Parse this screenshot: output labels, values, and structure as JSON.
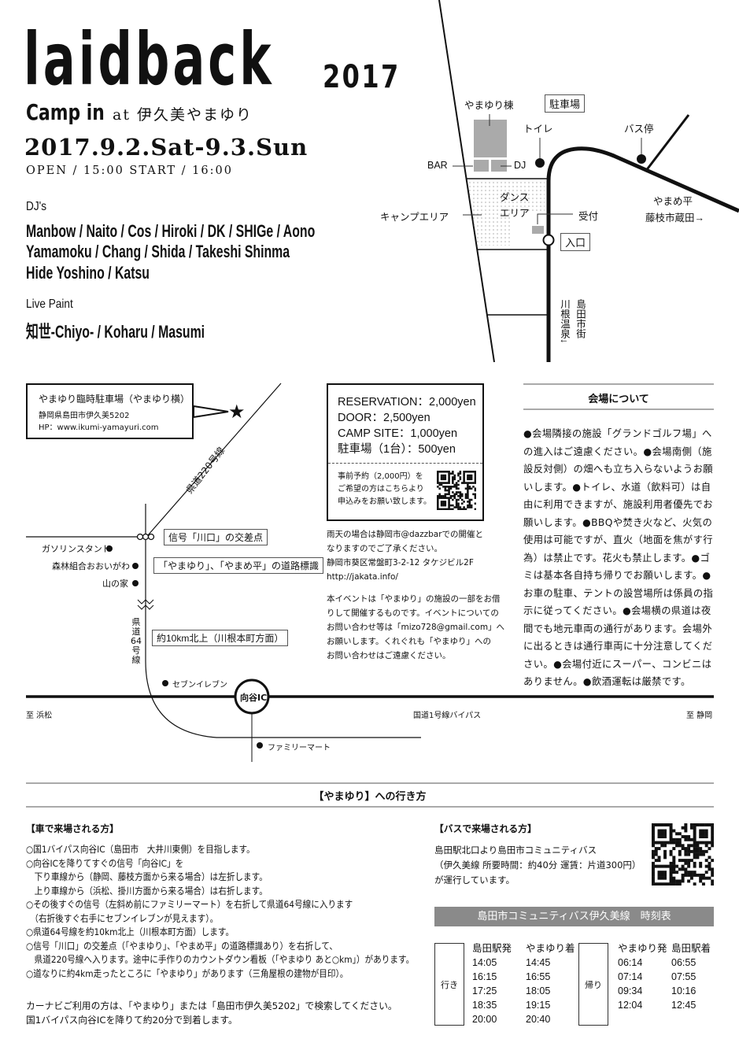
{
  "header": {
    "title": "laidback",
    "year": "2017",
    "camp_in": "Camp in",
    "at_venue": "at 伊久美やまゆり",
    "date": "2017.9.2.Sat-9.3.Sun",
    "open_start": "OPEN / 15:00  START / 16:00"
  },
  "lineup": {
    "djs_label": "DJ's",
    "djs": [
      "Manbow / Naito / Cos / Hiroki / DK / SHIGe / Aono",
      "Yamamoku / Chang / Shida / Takeshi Shinma",
      "Hide Yoshino / Katsu"
    ],
    "live_paint_label": "Live Paint",
    "live_paint": "知世-Chiyo- / Koharu / Masumi"
  },
  "site_map": {
    "building": "やまゆり棟",
    "parking": "駐車場",
    "toilet": "トイレ",
    "bus_stop": "バス停",
    "bar": "BAR",
    "dj": "DJ",
    "camp_area": "キャンプエリア",
    "dance_area_1": "ダンス",
    "dance_area_2": "エリア",
    "reception": "受付",
    "entrance": "入口",
    "dir_east_1": "やまめ平",
    "dir_east_2": "藤枝市蔵田→",
    "dir_south_1": "島田市街",
    "dir_south_2": "川根温泉↓"
  },
  "route_map": {
    "callout_title": "やまゆり臨時駐車場（やまゆり横）",
    "callout_address": "静岡県島田市伊久美5202",
    "callout_hp": "HP：www.ikumi-yamayuri.com",
    "road_220": "県道220号線",
    "signal": "信号「川口」の交差点",
    "gas": "ガソリンスタンド",
    "forest": "森林組合おおいがわ",
    "yamanoie": "山の家",
    "road_sign": "「やまゆり」、「やまめ平」の道路標識",
    "road_64": "県道64号線",
    "north": "約10km北上（川根本町方面）",
    "seven": "セブンイレブン",
    "ic": "向谷IC",
    "to_hamamatsu": "至 浜松",
    "bypass": "国道1号線バイパス",
    "to_shizuoka": "至 静岡",
    "familymart": "ファミリーマート"
  },
  "prices": {
    "lines": [
      "RESERVATION：2,000yen",
      "DOOR：2,500yen",
      "CAMP SITE：1,000yen",
      "駐車場（1台）：500yen"
    ],
    "reserve_note": [
      "事前予約（2,000円）を",
      "ご希望の方はこちらより",
      "申込みをお願い致します。"
    ]
  },
  "notes": {
    "rain": [
      "雨天の場合は静岡市@dazzbarでの開催と",
      "なりますのでご了承ください。",
      "静岡市葵区常盤町3-2-12 タケジビル2F",
      "http://jakata.info/"
    ],
    "event": [
      "本イベントは「やまゆり」の施設の一部をお借",
      "りして開催するものです。イベントについての",
      "お問い合わせ等は「mizo728@gmail.com」へ",
      "お願いします。くれぐれも「やまゆり」への",
      "お問い合わせはご遠慮ください。"
    ]
  },
  "venue_info": {
    "heading": "会場について",
    "body": "●会場隣接の施設「グランドゴルフ場」への進入はご遠慮ください。●会場南側（施設反対側）の畑へも立ち入らないようお願いします。●トイレ、水道（飲料可）は自由に利用できますが、施設利用者優先でお願いします。●BBQや焚き火など、火気の使用は可能ですが、直火（地面を焦がす行為）は禁止です。花火も禁止します。●ゴミは基本各自持ち帰りでお願いします。●お車の駐車、テントの設営場所は係員の指示に従ってください。●会場横の県道は夜間でも地元車両の通行があります。会場外に出るときは通行車両に十分注意してください。●会場付近にスーパー、コンビニはありません。●飲酒運転は厳禁です。"
  },
  "access": {
    "heading": "【やまゆり】への行き方",
    "car_heading": "【車で来場される方】",
    "car_lines": [
      "○国1バイパス向谷IC（島田市　大井川東側）を目指します。",
      "○向谷ICを降りてすぐの信号「向谷IC」を",
      "　下り車線から（静岡、藤枝方面から来る場合）は左折します。",
      "　上り車線から（浜松、掛川方面から来る場合）は右折します。",
      "○その後すぐの信号（左斜め前にファミリーマート）を右折して県道64号線に入ります",
      "　（右折後すぐ右手にセブンイレブンが見えます）。",
      "○県道64号線を約10km北上（川根本町方面）します。",
      "○信号「川口」の交差点（「やまゆり」、「やまめ平」の道路標識あり）を右折して、",
      "　県道220号線へ入ります。途中に手作りのカウントダウン看板（「やまゆり あと○km」）があります。",
      "○道なりに約4km走ったところに「やまゆり」があります（三角屋根の建物が目印）。"
    ],
    "navi_lines": [
      "カーナビご利用の方は、「やまゆり」または「島田市伊久美5202」で検索してください。",
      "国1バイパス向谷ICを降りて約20分で到着します。"
    ],
    "bus_heading": "【バスで来場される方】",
    "bus_lines": [
      "島田駅北口より島田市コミュニティバス",
      "（伊久美線 所要時間：約40分 運賃：片道300円）",
      "が運行しています。"
    ],
    "timetable_title": "島田市コミュニティバス伊久美線　時刻表",
    "outbound": {
      "label": "行き",
      "headers": [
        "島田駅発",
        "やまゆり着"
      ],
      "rows": [
        [
          "14:05",
          "14:45"
        ],
        [
          "16:15",
          "16:55"
        ],
        [
          "17:25",
          "18:05"
        ],
        [
          "18:35",
          "19:15"
        ],
        [
          "20:00",
          "20:40"
        ]
      ]
    },
    "inbound": {
      "label": "帰り",
      "headers": [
        "やまゆり発",
        "島田駅着"
      ],
      "rows": [
        [
          "06:14",
          "06:55"
        ],
        [
          "07:14",
          "07:55"
        ],
        [
          "09:34",
          "10:16"
        ],
        [
          "12:04",
          "12:45"
        ]
      ]
    }
  }
}
